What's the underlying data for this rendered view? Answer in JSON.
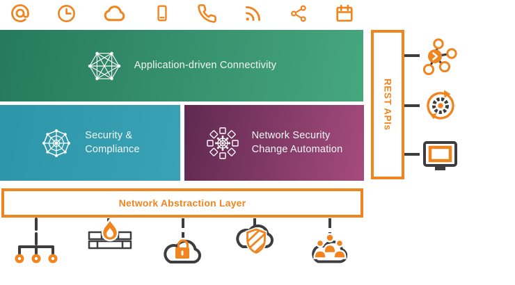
{
  "colors": {
    "orange": "#F0851F",
    "dark": "#3D3D3F",
    "white": "#FFFFFF",
    "green-from": "#26795D",
    "green-to": "#46A77D",
    "teal-from": "#2D95A9",
    "teal-to": "#3BA2B5",
    "purple-from": "#5F2950",
    "purple-to": "#A54B7D"
  },
  "top_icon_row": {
    "icons": [
      "at-icon",
      "clock-icon",
      "cloud-icon",
      "mobile-icon",
      "phone-icon",
      "rss-icon",
      "share-icon",
      "calendar-icon"
    ]
  },
  "boxes": {
    "application": {
      "label": "Application-driven Connectivity",
      "icon": "mesh-network-icon"
    },
    "security": {
      "line1": "Security &",
      "line2": "Compliance",
      "icon": "web-icon"
    },
    "automation": {
      "line1": "Network Security",
      "line2": "Change Automation",
      "icon": "gear-web-icon"
    },
    "rest": {
      "label": "REST APIs"
    },
    "nal": {
      "label": "Network Abstraction Layer"
    }
  },
  "right_icons": [
    "api-hub-icon",
    "automation-sync-icon",
    "monitor-icon"
  ],
  "bottom_icons": [
    "network-tree-icon",
    "firewall-icon",
    "cloud-lock-icon",
    "cloud-shield-icon",
    "cloud-users-icon"
  ]
}
